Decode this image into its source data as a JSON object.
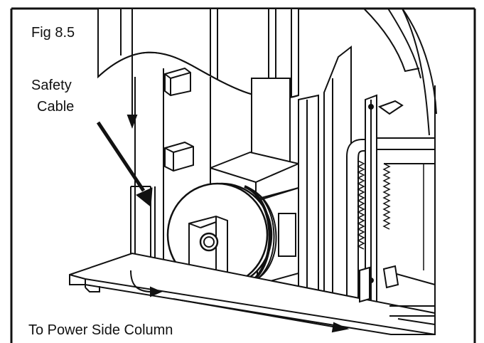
{
  "figure": {
    "title": "Fig 8.5",
    "callout_line1": "Safety",
    "callout_line2": "Cable",
    "caption": "To Power Side Column"
  },
  "colors": {
    "ink": "#111111",
    "paper": "#ffffff",
    "shade": "#e6e6e6"
  }
}
